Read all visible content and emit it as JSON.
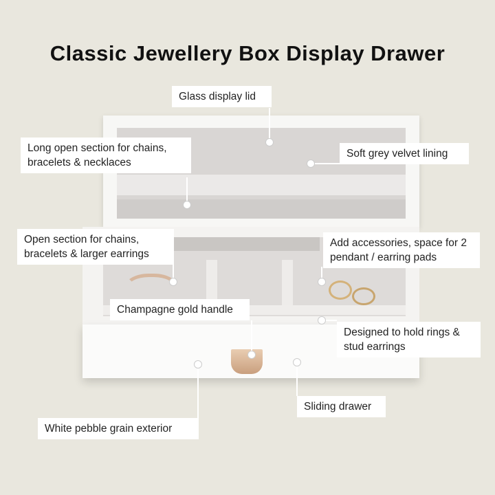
{
  "title": "Classic Jewellery Box Display Drawer",
  "callouts": {
    "glass_lid": "Glass display lid",
    "long_section": "Long open section for chains, bracelets & necklaces",
    "velvet": "Soft grey velvet lining",
    "open_section": "Open section for chains, bracelets & larger earrings",
    "accessories": "Add accessories, space for 2 pendant / earring pads",
    "handle": "Champagne gold handle",
    "rings": "Designed to hold rings & stud earrings",
    "drawer": "Sliding drawer",
    "exterior": "White pebble grain exterior"
  }
}
